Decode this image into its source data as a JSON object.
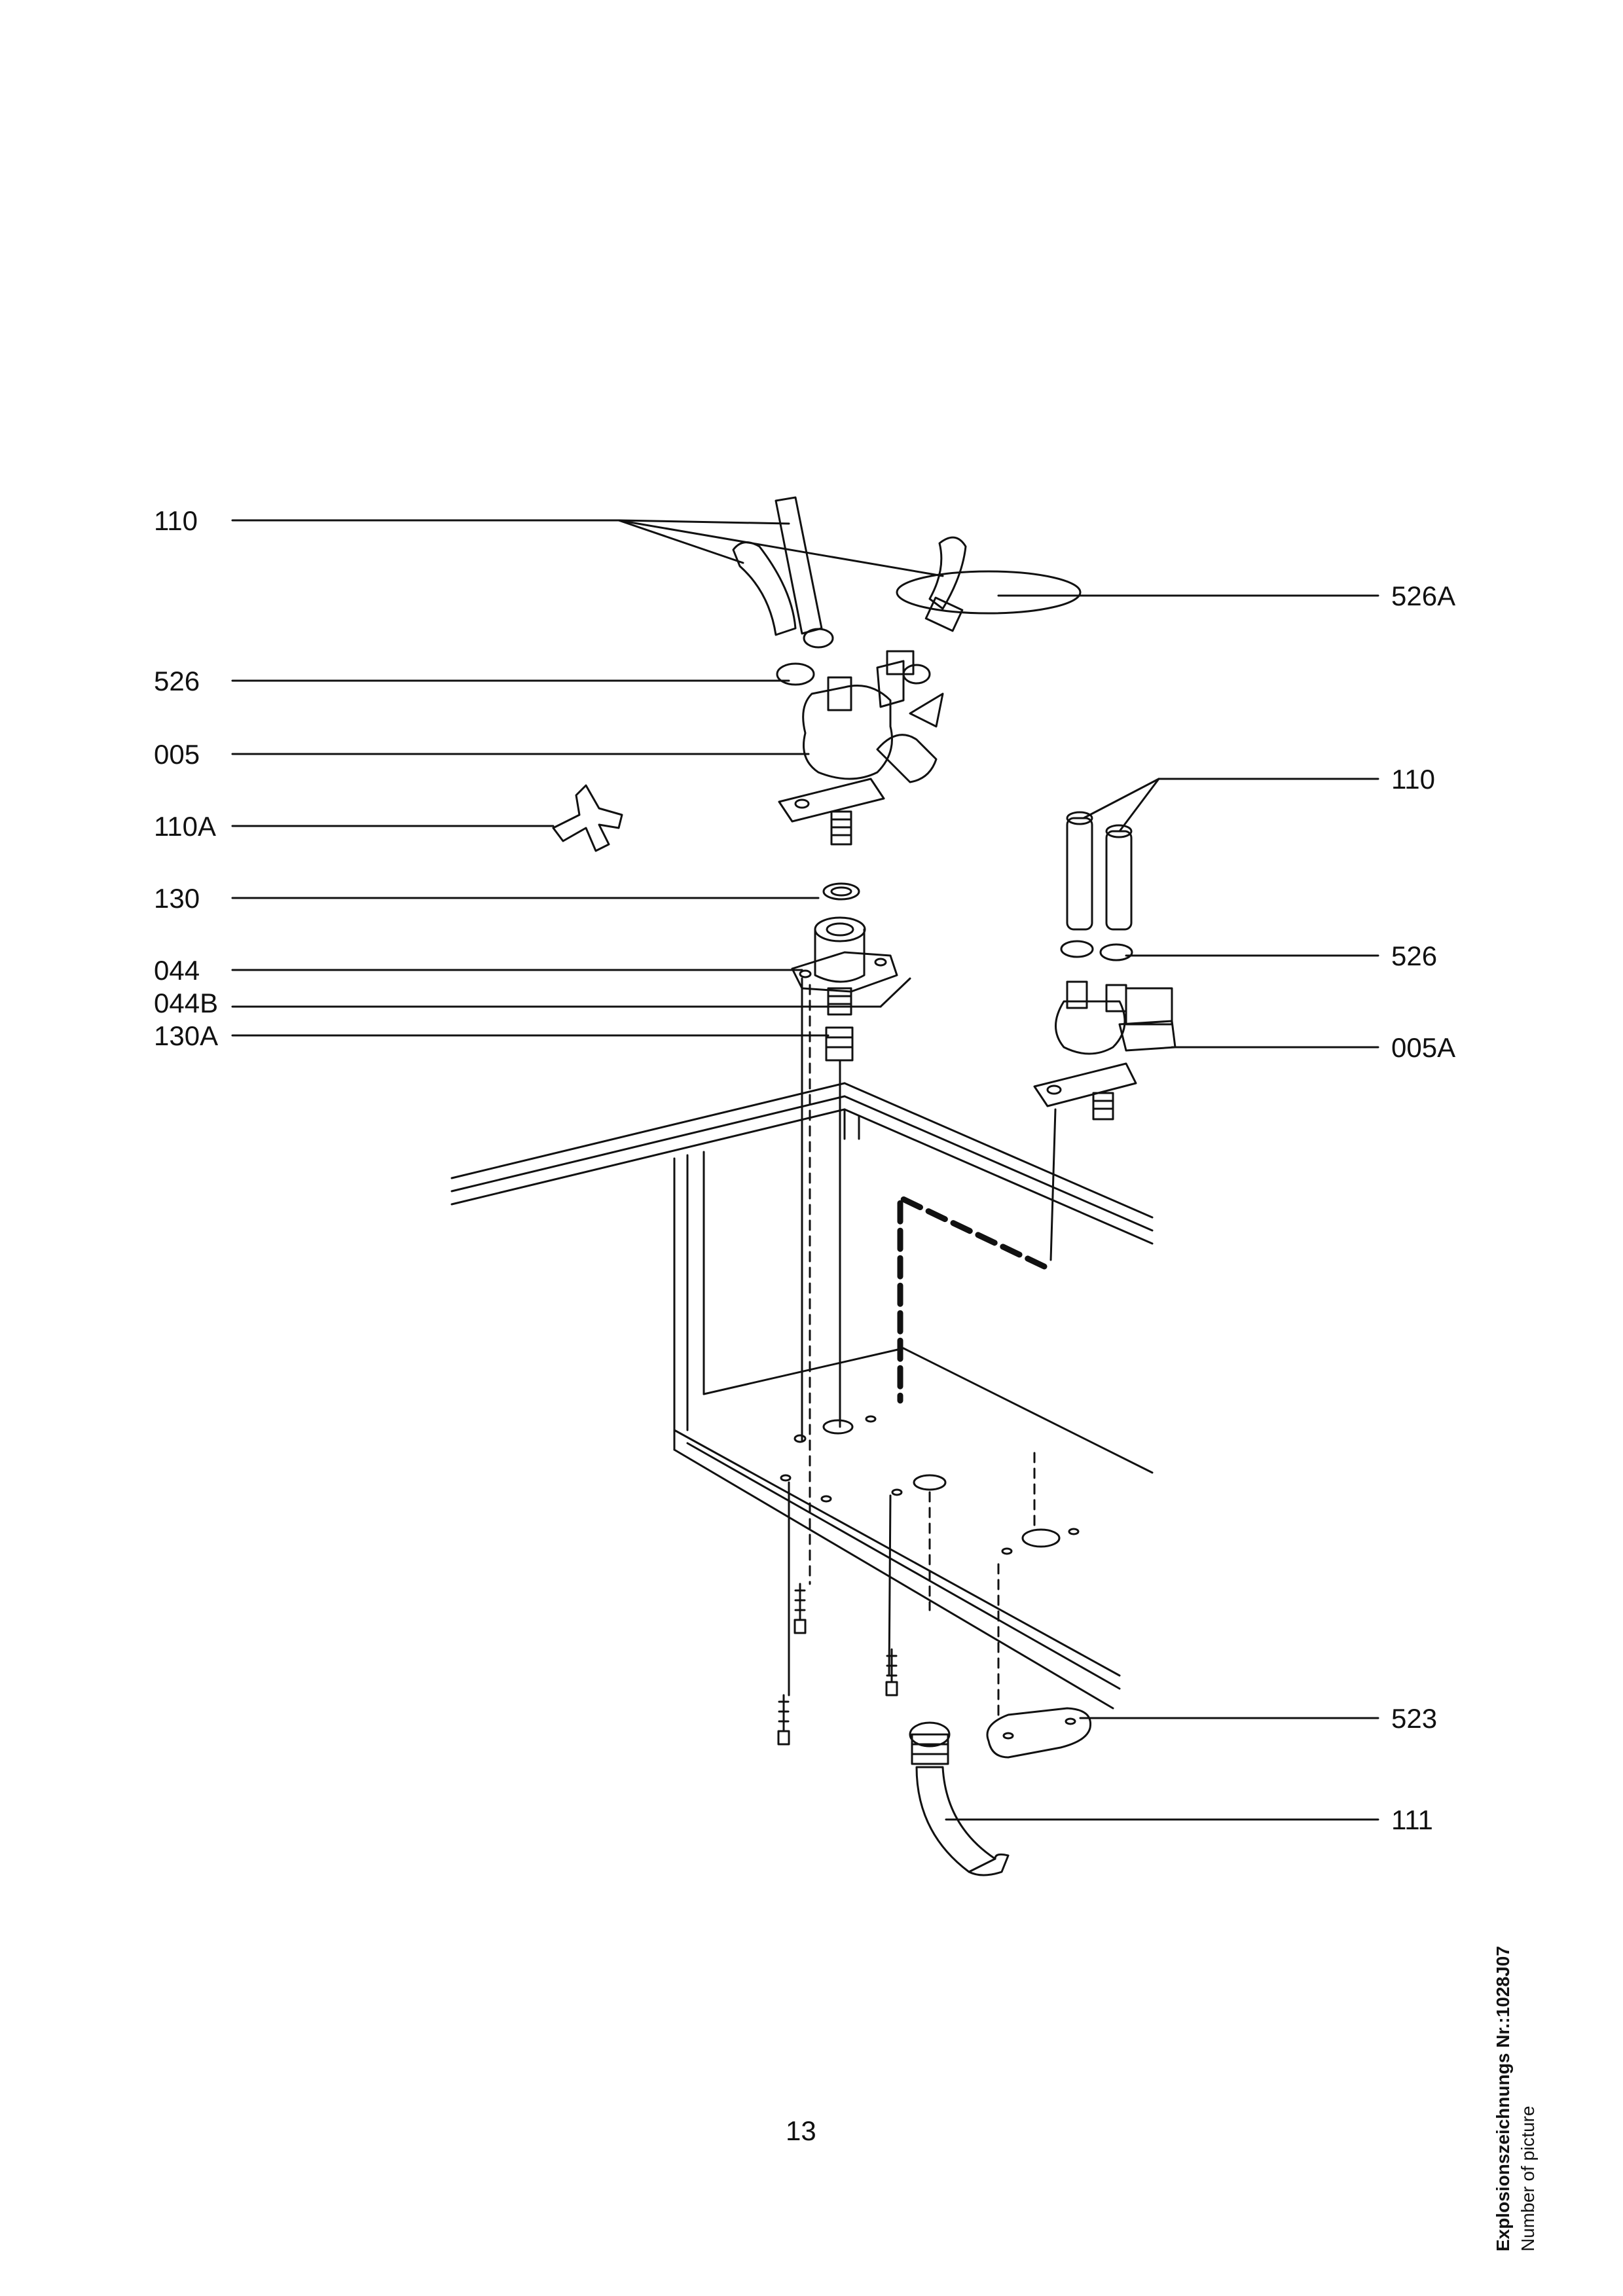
{
  "callouts": {
    "left": [
      "110",
      "526",
      "005",
      "110A",
      "130",
      "044",
      "044B",
      "130A"
    ],
    "right": [
      "526A",
      "110",
      "526",
      "005A",
      "523",
      "111"
    ]
  },
  "page_number": "13",
  "picture_info": {
    "line1": "Explosionszeichnungs Nr.:1028J07",
    "line2": "Number of picture"
  },
  "colors": {
    "ink": "#111111",
    "paper": "#ffffff"
  }
}
